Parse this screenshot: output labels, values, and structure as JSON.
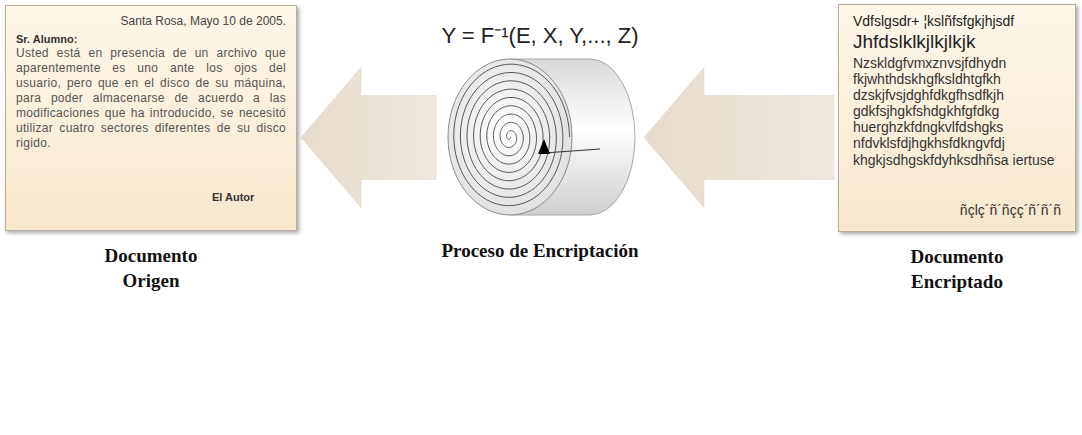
{
  "diagram": {
    "nodes": [
      {
        "text": [
          "Santa Rosa, Mayo 10 de 2005.",
          "Sr. Alumno:",
          "Usted está en presencia de un archivo que aparentemente es uno ante los ojos del usuario, pero que en el disco de su máquina, para poder almacenarse de acuerdo a las modificaciones que ha introducido, se necesitó utilizar cuatro sectores diferentes de su disco rigido.",
          "El Autor",
          "Documento Origen"
        ]
      },
      {
        "text": [
          "Y = F⁻¹(E, X, Y,..., Z)",
          "Proceso de Encriptación"
        ]
      },
      {
        "text": [
          "Vdfslgsdr+ ¦kslñfsfgkjhjsdf",
          "Jhfdslklkjlkjlkjk",
          "Nzskldgfvmxznvsjfdhydn fkjwhthdskhgfksldhtgfkh dzskjfvsjdghfdkgfhsdfkjh gdkfsjhgkfshdgkhfgfdkg huerghzkfdngkvlfdshgks nfdvklsfdjhgkhsfdkngvfdj khgkjsdhgskfdyhksdhñsa iertuse",
          "ñçlç´ñ´ñçç´ñ´ñ´ñ",
          "Documento Encriptado"
        ]
      }
    ],
    "edges": [
      {
        "from": 2,
        "to": 1,
        "arrow": "to"
      },
      {
        "from": 1,
        "to": 0,
        "arrow": "to"
      }
    ]
  }
}
